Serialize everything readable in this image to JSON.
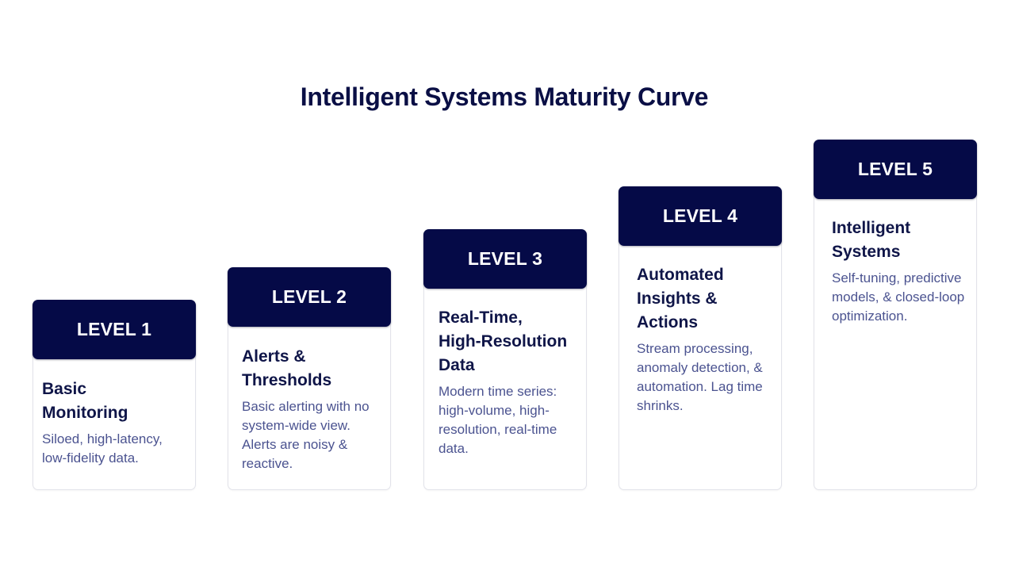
{
  "title": "Intelligent Systems Maturity Curve",
  "levels": [
    {
      "label": "LEVEL 1",
      "title_lines": [
        "Basic",
        "Monitoring"
      ],
      "description": "Siloed, high-latency, low-fidelity data."
    },
    {
      "label": "LEVEL 2",
      "title_lines": [
        "Alerts &",
        "Thresholds"
      ],
      "description": "Basic alerting with no system-wide view. Alerts are noisy & reactive."
    },
    {
      "label": "LEVEL 3",
      "title_lines": [
        "Real-Time,",
        "High-Resolution",
        "Data"
      ],
      "description": "Modern time series: high-volume, high-resolution, real-time data."
    },
    {
      "label": "LEVEL 4",
      "title_lines": [
        "Automated",
        "Insights &",
        "Actions"
      ],
      "description": "Stream processing, anomaly detection, & automation. Lag time shrinks."
    },
    {
      "label": "LEVEL 5",
      "title_lines": [
        "Intelligent",
        "Systems"
      ],
      "description": "Self-tuning, predictive models, & closed-loop optimization."
    }
  ],
  "colors": {
    "header_bg": "#050a47",
    "title": "#0a0f45",
    "desc": "#4b5390"
  }
}
